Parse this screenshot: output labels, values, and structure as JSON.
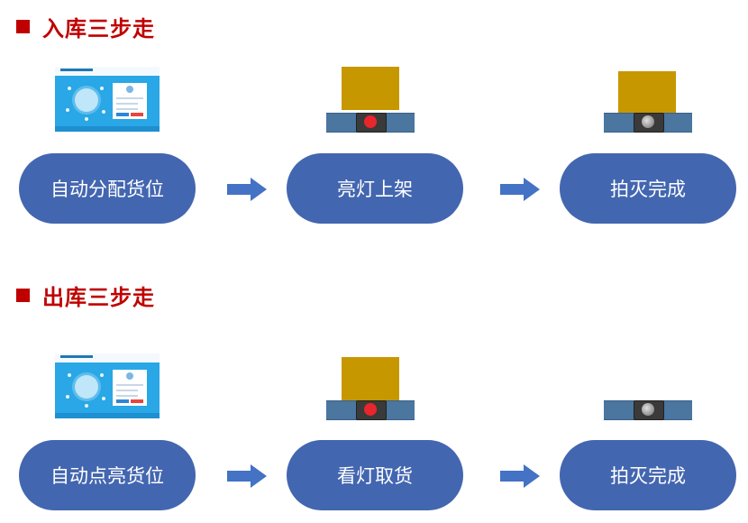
{
  "sections": [
    {
      "title": "入库三步走",
      "steps": [
        "自动分配货位",
        "亮灯上架",
        "拍灭完成"
      ]
    },
    {
      "title": "出库三步走",
      "steps": [
        "自动点亮货位",
        "看灯取货",
        "拍灭完成"
      ]
    }
  ],
  "colors": {
    "heading": "#c00000",
    "pill": "#4366b0",
    "arrow": "#4472c4",
    "box": "#c79700",
    "shelf_bar": "#4a76a0",
    "lamp_on": "#e8262b",
    "lamp_off": "#9a9a9a"
  },
  "icons": {
    "lamp_states": [
      "on",
      "off",
      "on",
      "off"
    ]
  }
}
